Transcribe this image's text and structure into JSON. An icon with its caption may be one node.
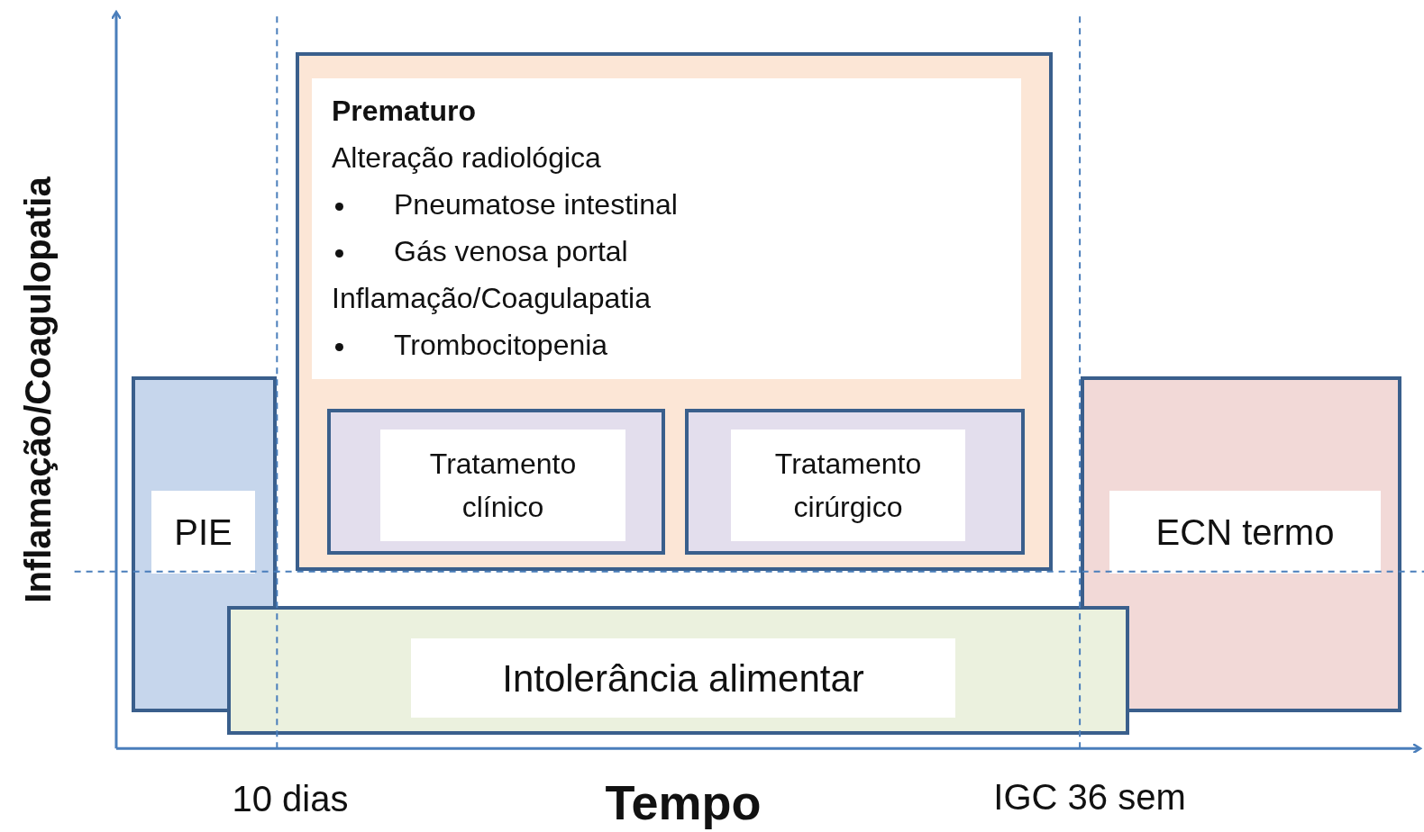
{
  "diagram": {
    "nodes": [
      {
        "text": [
          "PIE"
        ]
      },
      {
        "text": [
          "Prematuro",
          "Alteração radiológica",
          "Pneumatose intestinal",
          "Gás venosa portal",
          "Inflamação/Coagulapatia",
          "Trombocitopenia"
        ]
      },
      {
        "text": [
          "Tratamento clínico"
        ],
        "in": 1
      },
      {
        "text": [
          "Tratamento cirúrgico"
        ],
        "in": 1
      },
      {
        "text": [
          "ECN termo"
        ]
      },
      {
        "text": [
          "Intolerância alimentar"
        ]
      }
    ],
    "labels": [
      "Inflamação/Coagulopatia",
      "10 dias",
      "Tempo",
      "IGC 36 sem"
    ]
  }
}
